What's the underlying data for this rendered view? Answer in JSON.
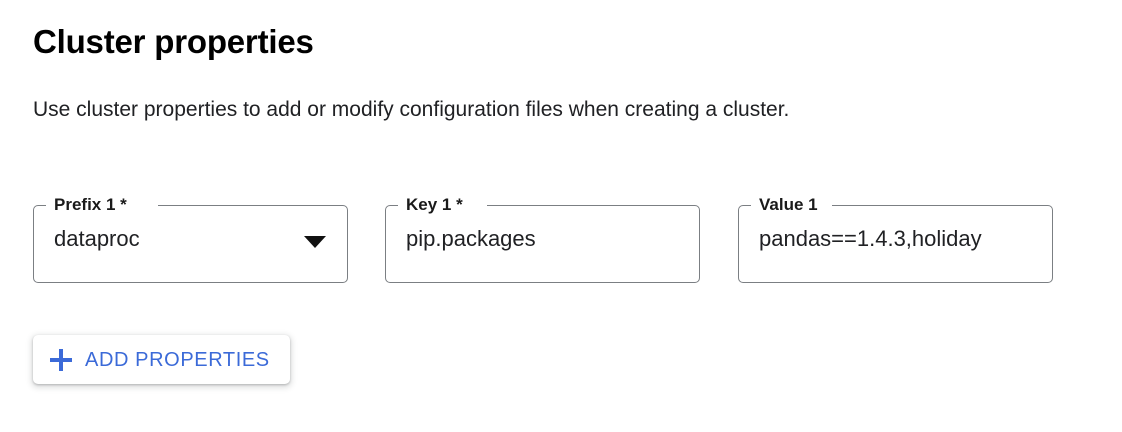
{
  "section": {
    "title": "Cluster properties",
    "description": "Use cluster properties to add or modify configuration files when creating a cluster."
  },
  "form": {
    "fields": [
      {
        "name": "prefix",
        "label": "Prefix 1 *",
        "value": "dataproc",
        "type": "select",
        "required": true,
        "icon": "chevron-down-icon"
      },
      {
        "name": "key",
        "label": "Key 1 *",
        "value": "pip.packages",
        "type": "text",
        "required": true
      },
      {
        "name": "value",
        "label": "Value 1",
        "value": "pandas==1.4.3,holiday",
        "type": "text",
        "required": false
      }
    ]
  },
  "actions": {
    "add_properties_label": "ADD PROPERTIES",
    "add_properties_icon": "plus-icon"
  },
  "colors": {
    "accent_blue": "#3b6ad8",
    "text_primary": "#202124",
    "field_border": "#7b7f83",
    "background": "#ffffff"
  }
}
